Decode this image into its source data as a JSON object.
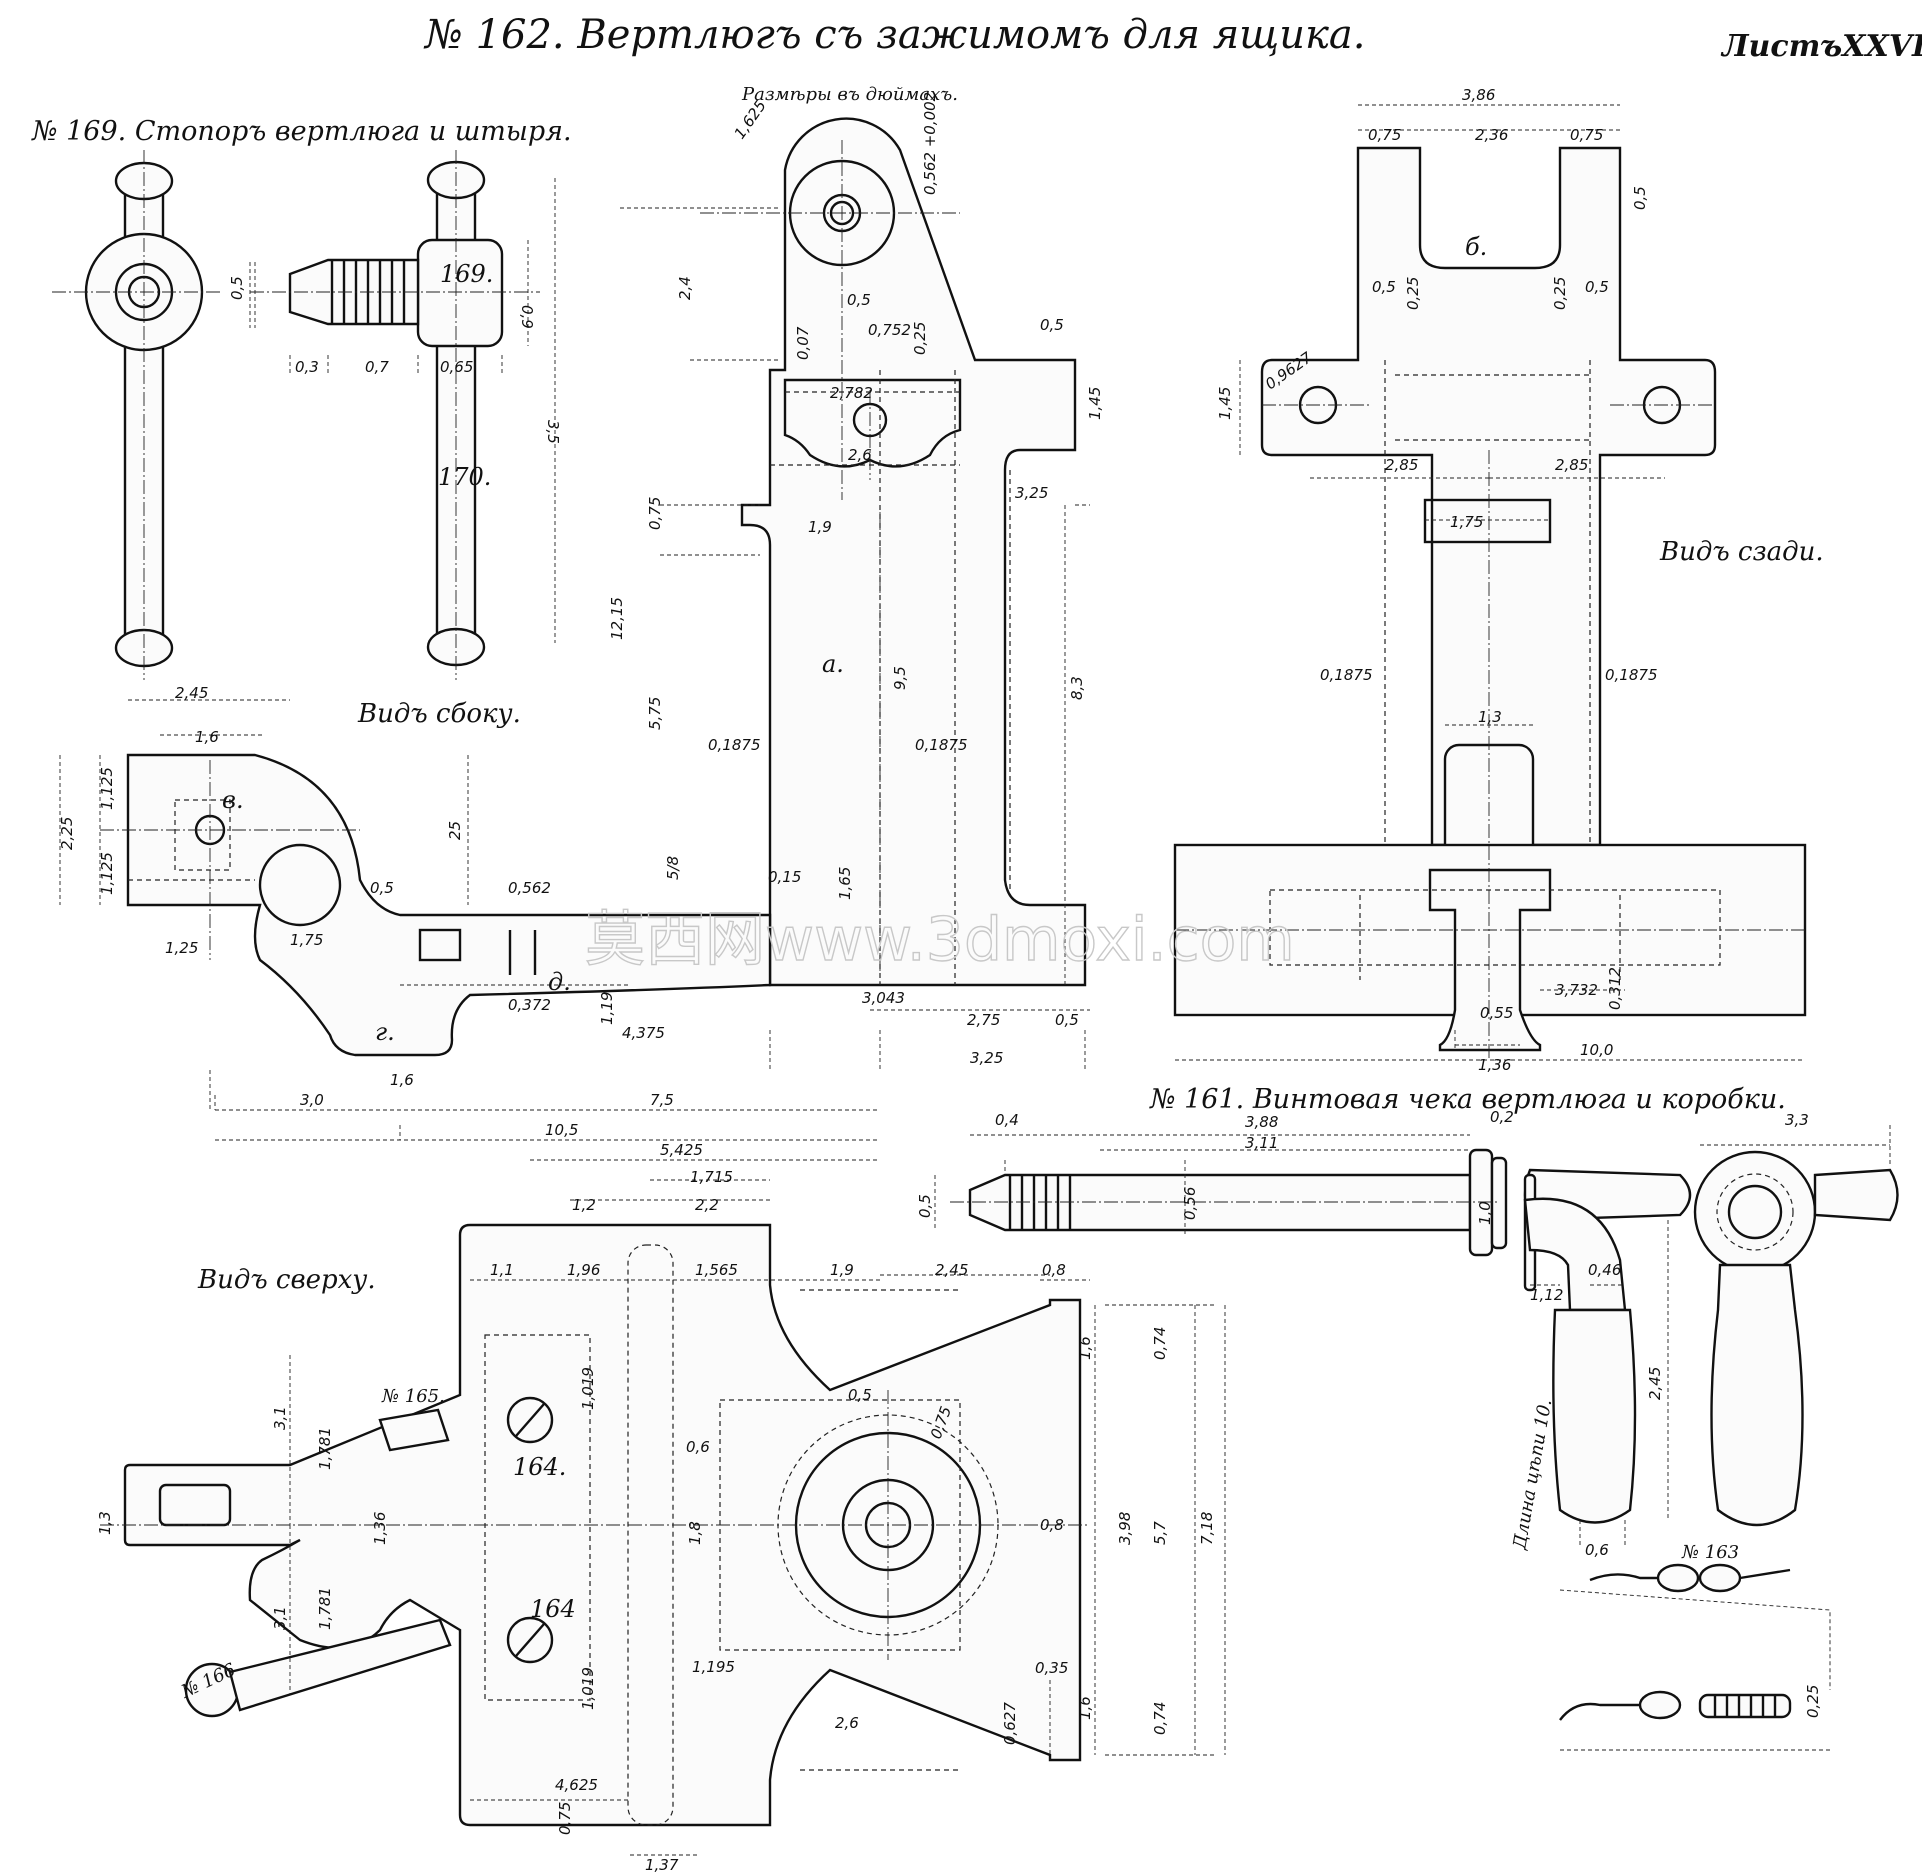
{
  "header": {
    "title": "№ 162. Вертлюгъ съ зажимомъ для ящика.",
    "sheet_label": "ЛистъXXVI",
    "units_note": "Размѣры въ дюймахъ."
  },
  "captions": {
    "part_169": "№ 169. Стопоръ вертлюга и штыря.",
    "part_161": "№ 161. Винтовая чека вертлюга и коробки.",
    "part_163": "№ 163",
    "part_165": "№ 165.",
    "part_166": "№ 166",
    "side_view": "Видъ сбоку.",
    "rear_view": "Видъ сзади.",
    "top_view": "Видъ сверху.",
    "chain_length": "Длина цѣпи 10."
  },
  "part_labels": {
    "p169": "169.",
    "p170": "170.",
    "a": "а.",
    "b": "б.",
    "v": "в.",
    "g": "г.",
    "d": "д.",
    "p164a": "164.",
    "p164b": "164"
  },
  "dimensions": {
    "d_0_5": "0,5",
    "d_0_9": "0,9",
    "d_0_3": "0,3",
    "d_0_7": "0,7",
    "d_0_65": "0,65",
    "d_3_5": "3,5",
    "d_1_625": "1,625",
    "d_0_562": "0,562 +0,002",
    "d_2_4": "2,4",
    "d_0_752": "0,752",
    "d_0_07": "0,07",
    "d_0_25": "0,25",
    "d_2_782": "2,782",
    "d_2_6": "2,6",
    "d_1_45": "1,45",
    "d_3_25": "3,25",
    "d_0_75": "0,75",
    "d_1_9": "1,9",
    "d_12_15": "12,15",
    "d_9_5": "9,5",
    "d_8_3": "8,3",
    "d_5_75": "5,75",
    "d_0_1875": "0,1875",
    "d_5_8": "5/8",
    "d_0_15": "0,15",
    "d_1_65": "1,65",
    "d_3_043": "3,043",
    "d_2_75": "2,75",
    "d_2_45": "2,45",
    "d_1_6": "1,6",
    "d_2_25": "2,25",
    "d_1_125": "1,125",
    "d_25": "25",
    "d_1_25": "1,25",
    "d_0_562b": "0,562",
    "d_0_372": "0,372",
    "d_1_19": "1,19",
    "d_4_375": "4,375",
    "d_3_0": "3,0",
    "d_7_5": "7,5",
    "d_10_5": "10,5",
    "d_3_86": "3,86",
    "d_2_36": "2,36",
    "d_2_85": "2,85",
    "d_1_75": "1,75",
    "d_1_3": "1,3",
    "d_3_732": "3,732",
    "d_0_55": "0,55",
    "d_1_36": "1,36",
    "d_10_0": "10,0",
    "d_0_312": "0,312",
    "d_0_9627": "0,9627",
    "d_5_425": "5,425",
    "d_1_2": "1,2",
    "d_1_715": "1,715",
    "d_2_2": "2,2",
    "d_1_1": "1,1",
    "d_1_96": "1,96",
    "d_1_565": "1,565",
    "d_0_8": "0,8",
    "d_0_74": "0,74",
    "d_3_98": "3,98",
    "d_5_7": "5,7",
    "d_7_18": "7,18",
    "d_3_1": "3,1",
    "d_1_781": "1,781",
    "d_1_36b": "1,36",
    "d_1_8": "1,8",
    "d_0_6": "0,6",
    "d_1_195": "1,195",
    "d_4_625": "4,625",
    "d_1_37": "1,37",
    "d_0_627": "0,627",
    "d_0_35": "0,35",
    "d_1_019": "1,019",
    "d_0_4": "0,4",
    "d_3_88": "3,88",
    "d_3_11": "3,11",
    "d_0_56": "0,56",
    "d_1_0": "1,0",
    "d_0_2": "0,2",
    "d_3_3": "3,3",
    "d_0_46": "0,46",
    "d_1_12": "1,12",
    "d_0_6b": "0,6"
  },
  "watermark": "莫西网www.3dmoxi.com"
}
